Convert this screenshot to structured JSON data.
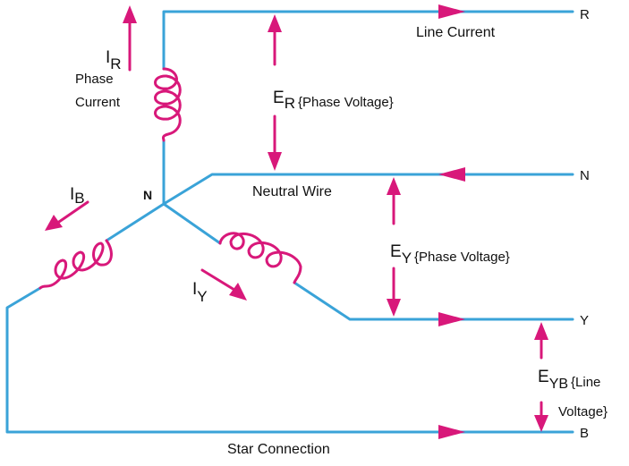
{
  "colors": {
    "wire": "#3aa3d8",
    "coil": "#d8187a",
    "arrow": "#d8187a",
    "text": "#111111",
    "background": "#ffffff"
  },
  "terminals": {
    "r": "R",
    "n": "N",
    "y": "Y",
    "b": "B"
  },
  "neutral_point": "N",
  "labels": {
    "line_current": "Line Current",
    "neutral_wire": "Neutral Wire",
    "star_connection": "Star Connection",
    "phase_current_line1": "Phase",
    "phase_current_line2": "Current"
  },
  "currents": {
    "ir": {
      "main": "I",
      "sub": "R"
    },
    "ib": {
      "main": "I",
      "sub": "B"
    },
    "iy": {
      "main": "I",
      "sub": "Y"
    }
  },
  "voltages": {
    "er": {
      "main": "E",
      "sub": "R",
      "note": "{Phase Voltage}"
    },
    "ey": {
      "main": "E",
      "sub": "Y",
      "note": "{Phase Voltage}"
    },
    "eyb": {
      "main": "E",
      "sub": "YB",
      "note_line1": "{Line",
      "note_line2": "Voltage}"
    }
  }
}
